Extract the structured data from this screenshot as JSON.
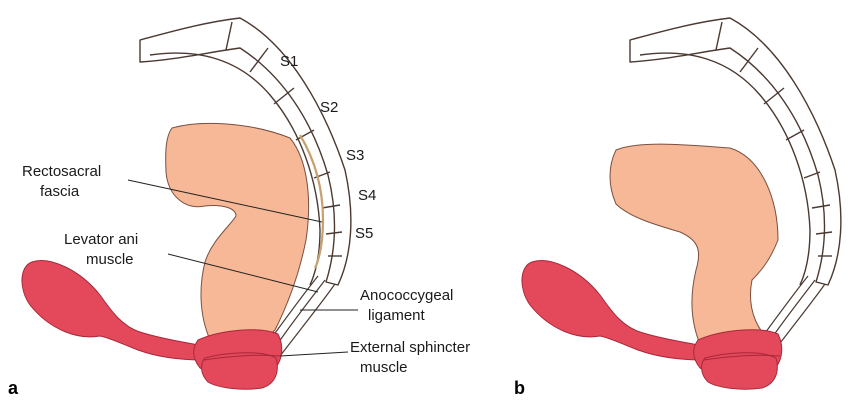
{
  "panels": [
    {
      "id": "a",
      "label": "a",
      "vertebrae": [
        "S1",
        "S2",
        "S3",
        "S4",
        "S5"
      ],
      "annotations": {
        "rectosacral_fascia": [
          "Rectosacral",
          "fascia"
        ],
        "levator_ani": [
          "Levator ani",
          "muscle"
        ],
        "anococcygeal": [
          "Anococcygeal",
          "ligament"
        ],
        "external_sphincter": [
          "External sphincter",
          "muscle"
        ]
      }
    },
    {
      "id": "b",
      "label": "b"
    }
  ],
  "colors": {
    "rectum": "#f6b896",
    "muscle": "#e3495a",
    "bone_outline": "#4a3a32",
    "fascia": "#c8a070"
  }
}
